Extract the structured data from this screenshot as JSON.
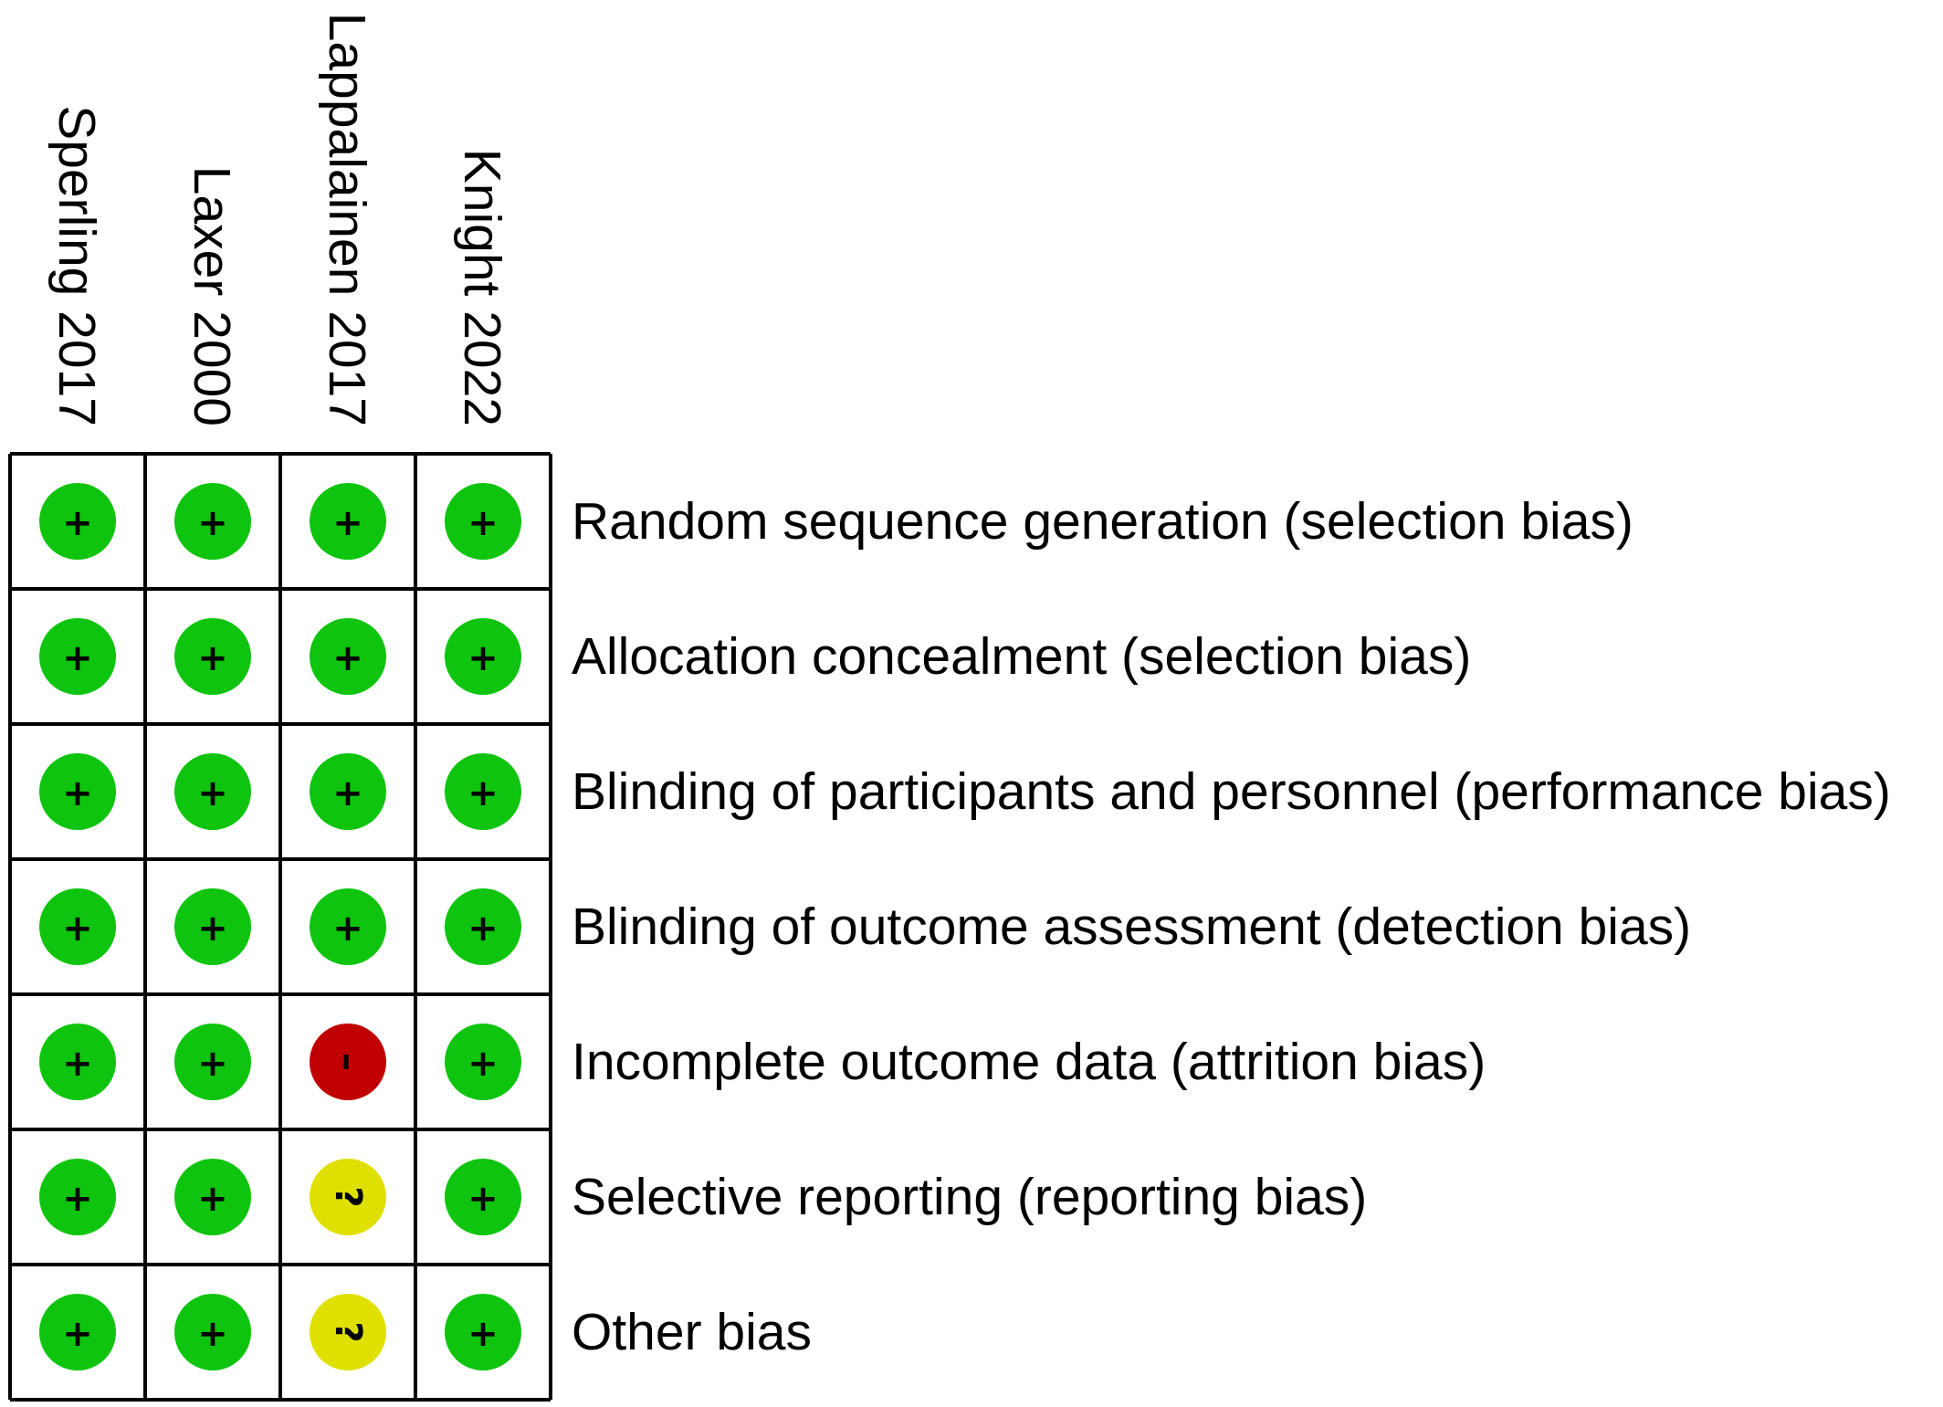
{
  "chart_data": {
    "type": "table",
    "studies": [
      "Sperling 2017",
      "Laxer 2000",
      "Lappalainen 2017",
      "Knight 2022"
    ],
    "domains": [
      "Random sequence generation (selection bias)",
      "Allocation concealment (selection bias)",
      "Blinding of participants and personnel (performance bias)",
      "Blinding of outcome assessment (detection bias)",
      "Incomplete outcome data (attrition bias)",
      "Selective reporting (reporting bias)",
      "Other bias"
    ],
    "judgements": [
      [
        "low",
        "low",
        "low",
        "low"
      ],
      [
        "low",
        "low",
        "low",
        "low"
      ],
      [
        "low",
        "low",
        "low",
        "low"
      ],
      [
        "low",
        "low",
        "low",
        "low"
      ],
      [
        "low",
        "low",
        "high",
        "low"
      ],
      [
        "low",
        "low",
        "unclear",
        "low"
      ],
      [
        "low",
        "low",
        "unclear",
        "low"
      ]
    ],
    "symbols": {
      "low": "+",
      "high": "–",
      "unclear": "?"
    },
    "colors": {
      "low": "#0ec40e",
      "high": "#c00000",
      "unclear": "#e0e000",
      "grid": "#000000"
    }
  }
}
